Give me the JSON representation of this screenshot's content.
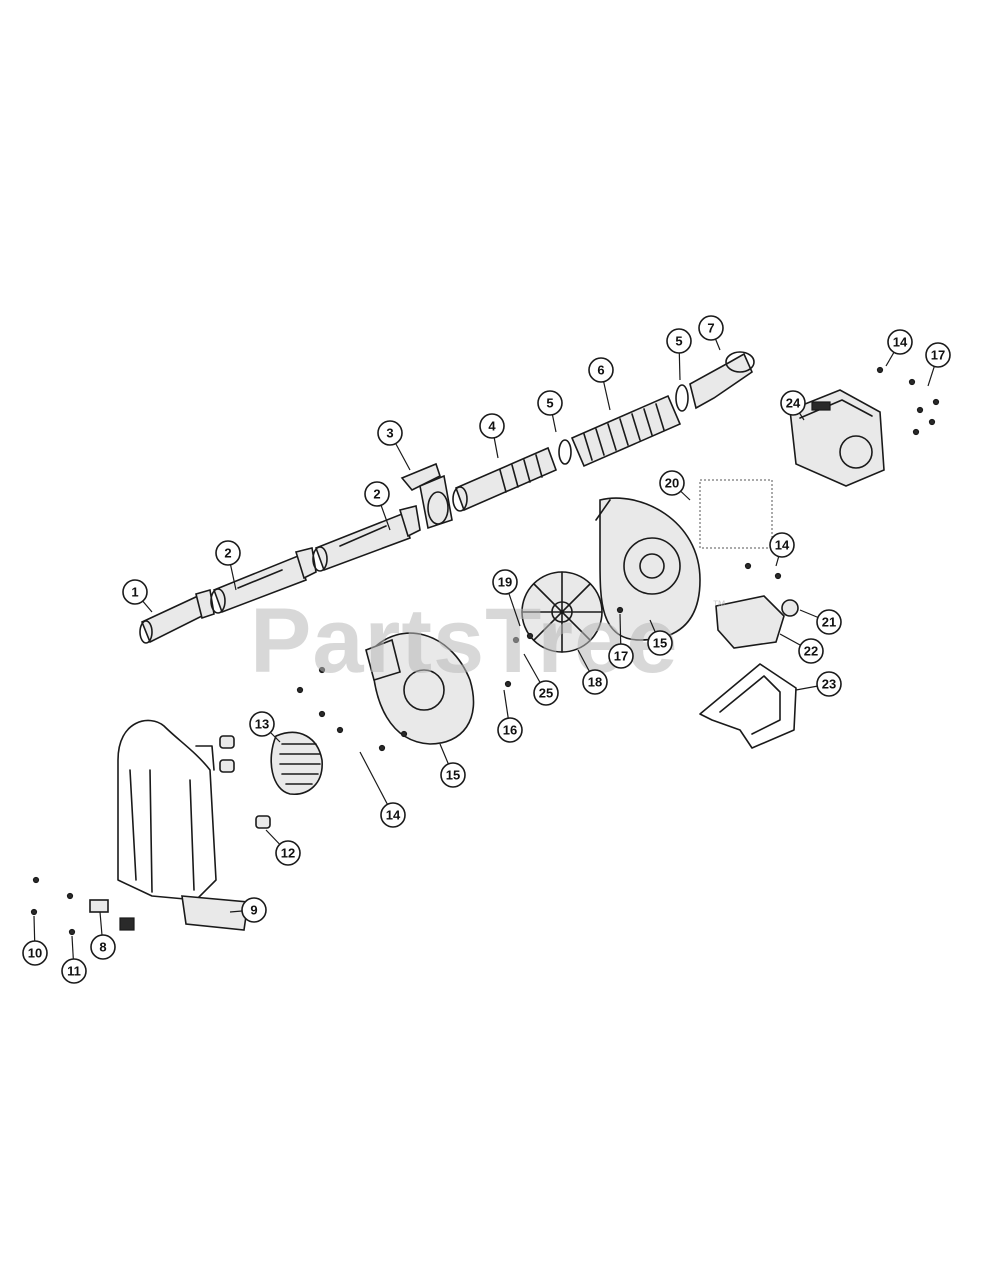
{
  "watermark": {
    "text": "PartsTree",
    "trademark": "™"
  },
  "callouts": [
    "1",
    "2",
    "2",
    "3",
    "4",
    "5",
    "5",
    "6",
    "7",
    "8",
    "9",
    "10",
    "11",
    "12",
    "13",
    "14",
    "14",
    "14",
    "15",
    "15",
    "16",
    "17",
    "17",
    "18",
    "19",
    "20",
    "21",
    "22",
    "23",
    "24",
    "25"
  ],
  "colors": {
    "line": "#1a1a1a",
    "watermark": "#b9b9b9",
    "background": "#ffffff"
  }
}
